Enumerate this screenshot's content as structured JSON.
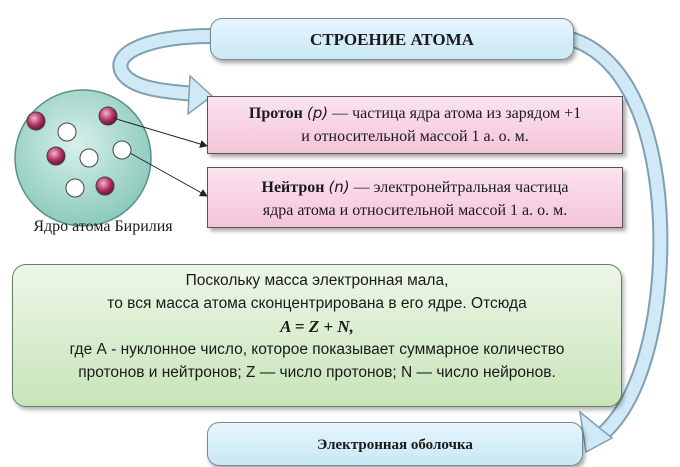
{
  "title": "СТРОЕНИЕ АТОМА",
  "proton": {
    "name": "Протон",
    "symbol": "(p)",
    "desc1": " — частица ядра атома из зарядом +1",
    "desc2": "и относительной массой 1 а. о. м."
  },
  "neutron": {
    "name": "Нейтрон",
    "symbol": "(n)",
    "desc1": " — электронейтральная частица",
    "desc2": "ядра атома и относительной массой 1 а. о. м."
  },
  "nucleus_caption": "Ядро атома Бирилия",
  "mass_text": {
    "line1": "Поскольку масса электронная мала,",
    "line2": "то вся масса атома сконцентрирована в его ядре.  Отсюда",
    "formula": "A = Z + N,",
    "line3": "где А - нуклонное число, которое показывает суммарное количество",
    "line4": "протонов и нейтронов; Z — число протонов; N — число нейронов."
  },
  "bottom": "Электронная оболочка",
  "colors": {
    "proton": "#b0325e",
    "neutron": "#ffffff",
    "nucleus": "#9fd4c9",
    "arrow": "#bfe4f4"
  }
}
